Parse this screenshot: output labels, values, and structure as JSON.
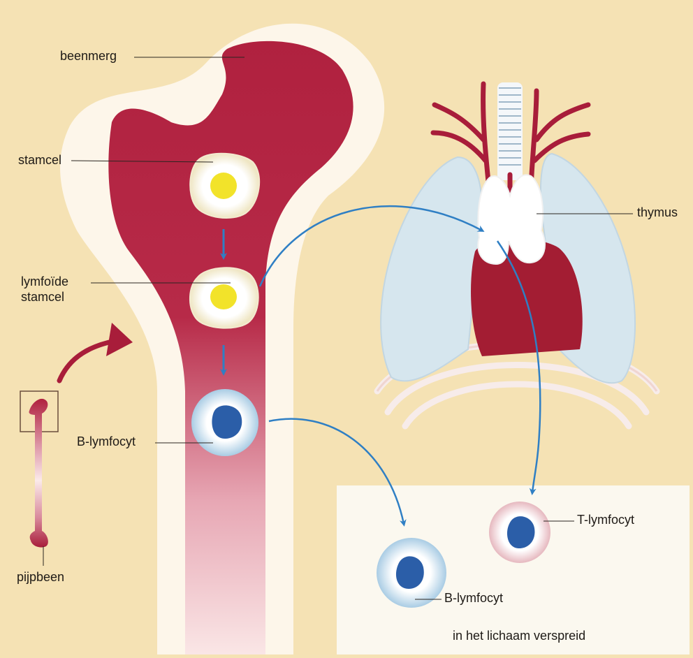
{
  "header_fragment": "...",
  "labels": {
    "marrow": "beenmerg",
    "stem_cell": "stamcel",
    "lymphoid_stem_cell": "lymfoïde\nstamcel",
    "b_cell_bone": "B-lymfocyt",
    "long_bone": "pijpbeen",
    "thymus": "thymus",
    "t_cell": "T-lymfocyt",
    "b_cell_body": "B-lymfocyt",
    "body_box_caption": "in het lichaam verspreid"
  },
  "colors": {
    "background": "#f5e2b4",
    "marrow_red": "#b0213f",
    "bone_rim": "#fdf6ea",
    "arrow_blue": "#2f7fc4",
    "stem_cell_nucleus": "#f2e32a",
    "lymphocyte_nucleus": "#2b5ea8",
    "lung": "#d6e6ee",
    "heart": "#a31d33",
    "body_box": "#fbf8ef"
  }
}
